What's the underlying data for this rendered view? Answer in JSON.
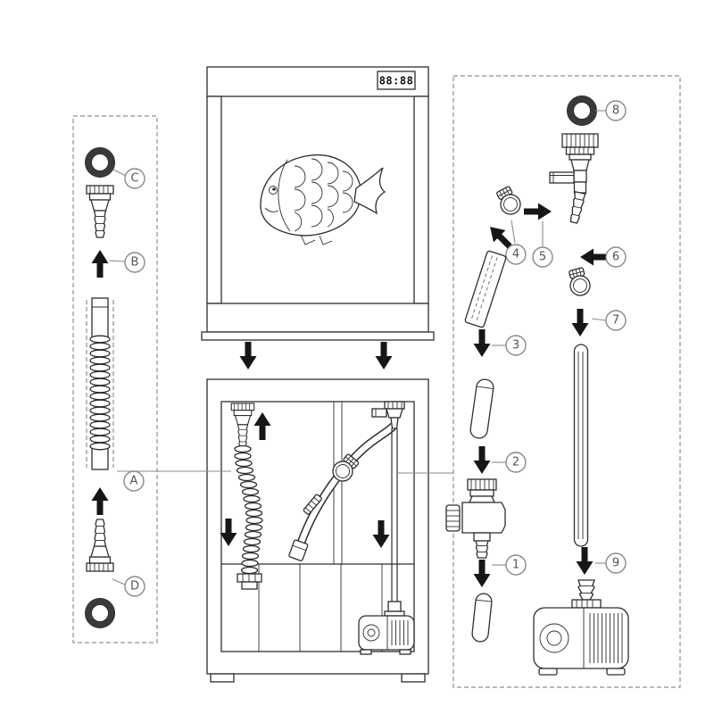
{
  "page": {
    "background": "#ffffff",
    "ink_color": "#2e2e2e",
    "callout_line_color": "#8a8a8a"
  },
  "tank": {
    "display_value": "88:88"
  },
  "callouts": {
    "a": "A",
    "b": "B",
    "c": "C",
    "d": "D",
    "n1": "1",
    "n2": "2",
    "n3": "3",
    "n4": "4",
    "n5": "5",
    "n6": "6",
    "n7": "7",
    "n8": "8",
    "n9": "9"
  }
}
